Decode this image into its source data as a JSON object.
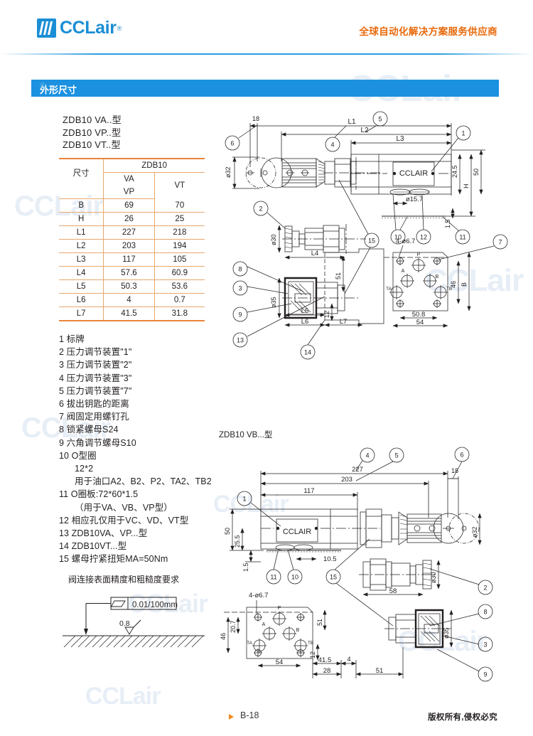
{
  "header": {
    "logo_text": "CCLair",
    "logo_registered": "®",
    "slogan": "全球自动化解决方案服务供应商"
  },
  "section": {
    "title": "外形尺寸",
    "watermark_r": "®"
  },
  "models": [
    "ZDB10 VA..型",
    "ZDB10 VP..型",
    "ZDB10 VT..型"
  ],
  "table": {
    "group_header": "ZDB10",
    "col_dim": "尺寸",
    "col_va": "VA",
    "col_vp": "VP",
    "col_vt": "VT",
    "rows": [
      {
        "name": "B",
        "va_vp": "69",
        "vt": "70"
      },
      {
        "name": "H",
        "va_vp": "26",
        "vt": "25"
      },
      {
        "name": "L1",
        "va_vp": "227",
        "vt": "218"
      },
      {
        "name": "L2",
        "va_vp": "203",
        "vt": "194"
      },
      {
        "name": "L3",
        "va_vp": "117",
        "vt": "105"
      },
      {
        "name": "L4",
        "va_vp": "57.6",
        "vt": "60.9"
      },
      {
        "name": "L5",
        "va_vp": "50.3",
        "vt": "53.6"
      },
      {
        "name": "L6",
        "va_vp": "4",
        "vt": "0.7"
      },
      {
        "name": "L7",
        "va_vp": "41.5",
        "vt": "31.8"
      }
    ]
  },
  "legend": [
    "1 标牌",
    "2 压力调节装置\"1\"",
    "3 压力调节装置\"2\"",
    "4 压力调节装置\"3\"",
    "5 压力调节装置\"7\"",
    "6 拔出钥匙的距离",
    "7 阀固定用螺钉孔",
    "8 锁紧螺母S24",
    "9 六角调节螺母S10",
    "10 O型圈",
    "12*2",
    "用于油口A2、B2、P2、TA2、TB2",
    "11 O圈板:72*60*1.5",
    "（用于VA、VB、VP型）",
    "12 相应孔仅用于VC、VD、VT型",
    "13 ZDB10VA、VP...型",
    "14 ZDB10VT...型",
    "15 螺母拧紧扭矩MA=50Nm"
  ],
  "surface": {
    "title": "阀连接表面精度和粗糙度要求",
    "flatness": "0.01/100mm",
    "roughness": "0.8"
  },
  "drawing_top": {
    "labels": [
      "1",
      "2",
      "3",
      "4",
      "5",
      "6",
      "7",
      "8",
      "9",
      "10",
      "11",
      "12",
      "13",
      "14",
      "15"
    ],
    "dims": [
      "18",
      "L1",
      "L2",
      "L3",
      "ø32",
      "50",
      "24.5",
      "H",
      "ø15.7",
      "1.5",
      "ø30",
      "L4",
      "ø35",
      "51",
      "12",
      "L5",
      "L6",
      "L7",
      "50.8",
      "54",
      "46",
      "B",
      "4-ø6.7"
    ],
    "brand_block": "CCLAIR",
    "ports": [
      "P",
      "A",
      "B",
      "TA",
      "TB"
    ]
  },
  "drawing_bottom": {
    "sublabel": "ZDB10 VB...型",
    "labels": [
      "1",
      "2",
      "3",
      "4",
      "5",
      "6",
      "8",
      "9",
      "11",
      "10",
      "15"
    ],
    "dims": [
      "227",
      "203",
      "117",
      "18",
      "50",
      "25.5",
      "1.5",
      "10.5",
      "ø32",
      "58",
      "ø30",
      "4-ø6.7",
      "20.7",
      "46",
      "54",
      "41.5",
      "28",
      "4",
      "51",
      "12",
      "ø35"
    ],
    "brand_block": "CCLAIR",
    "ports": [
      "P",
      "A",
      "B",
      "TA",
      "TB"
    ]
  },
  "footer": {
    "page": "B-18",
    "copyright": "版权所有,侵权必究"
  }
}
